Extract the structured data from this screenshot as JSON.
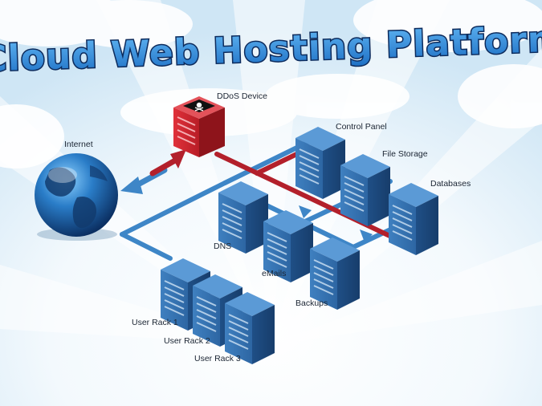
{
  "title": "Cloud Web Hosting Platform",
  "labels": {
    "internet": "Internet",
    "ddos": "DDoS Device",
    "control_panel": "Control Panel",
    "file_storage": "File Storage",
    "databases": "Databases",
    "dns": "DNS",
    "emails": "eMails",
    "backups": "Backups",
    "user_rack_1": "User Rack 1",
    "user_rack_2": "User Rack 2",
    "user_rack_3": "User Rack 3"
  },
  "colors": {
    "sky": "#e9f4fb",
    "server_blue": "#2f6fae",
    "server_dark": "#1d4d82",
    "ddos_red": "#c8202a",
    "link_blue": "#3e86c7",
    "link_red": "#b3202b",
    "title_fill": "#2b83d6",
    "title_stroke": "#0d2b5c"
  },
  "icons": {
    "globe": "globe-icon",
    "skull": "skull-crossbones-icon"
  }
}
